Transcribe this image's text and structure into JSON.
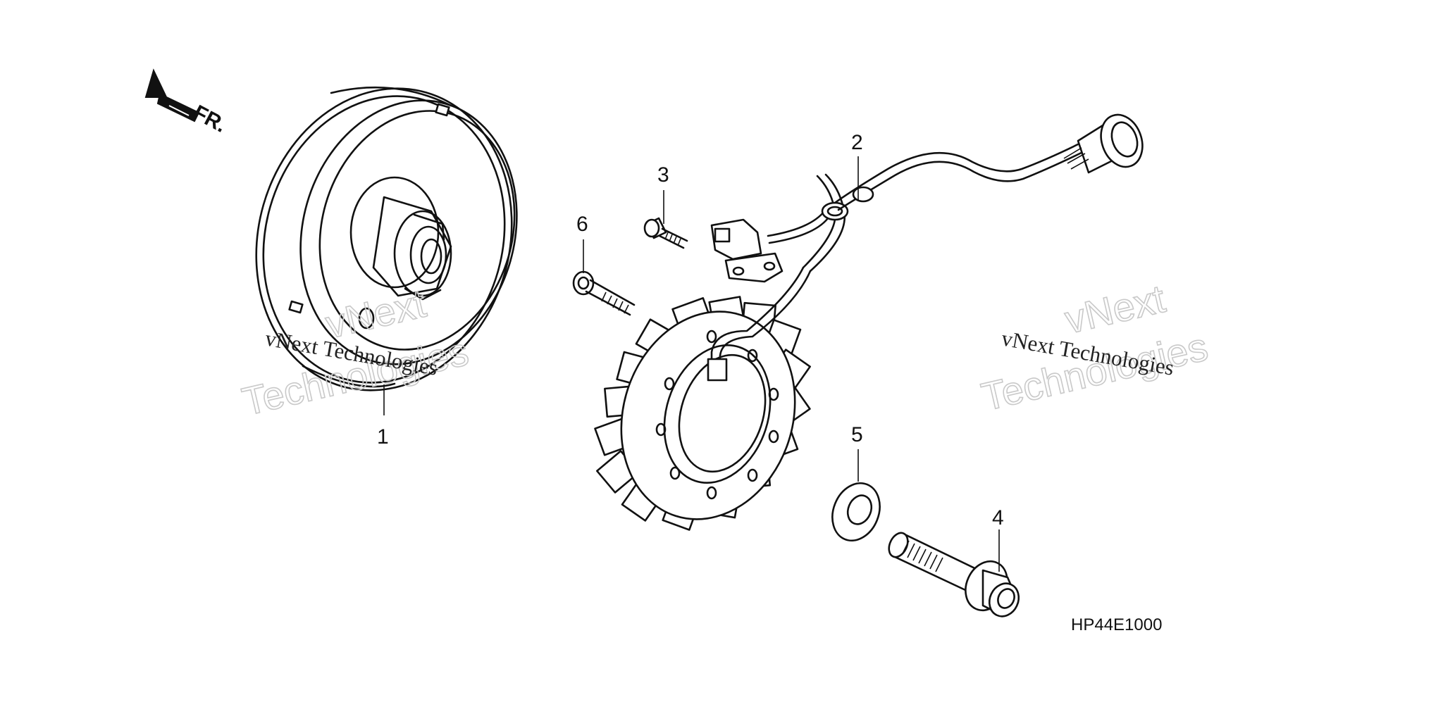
{
  "diagram": {
    "direction_label": "FR.",
    "diagram_code": "HP44E1000",
    "callouts": [
      "1",
      "2",
      "3",
      "4",
      "5",
      "6"
    ],
    "watermark": {
      "line1": "vNext",
      "line2": "Technologies",
      "full": "vNext Technologies"
    }
  }
}
